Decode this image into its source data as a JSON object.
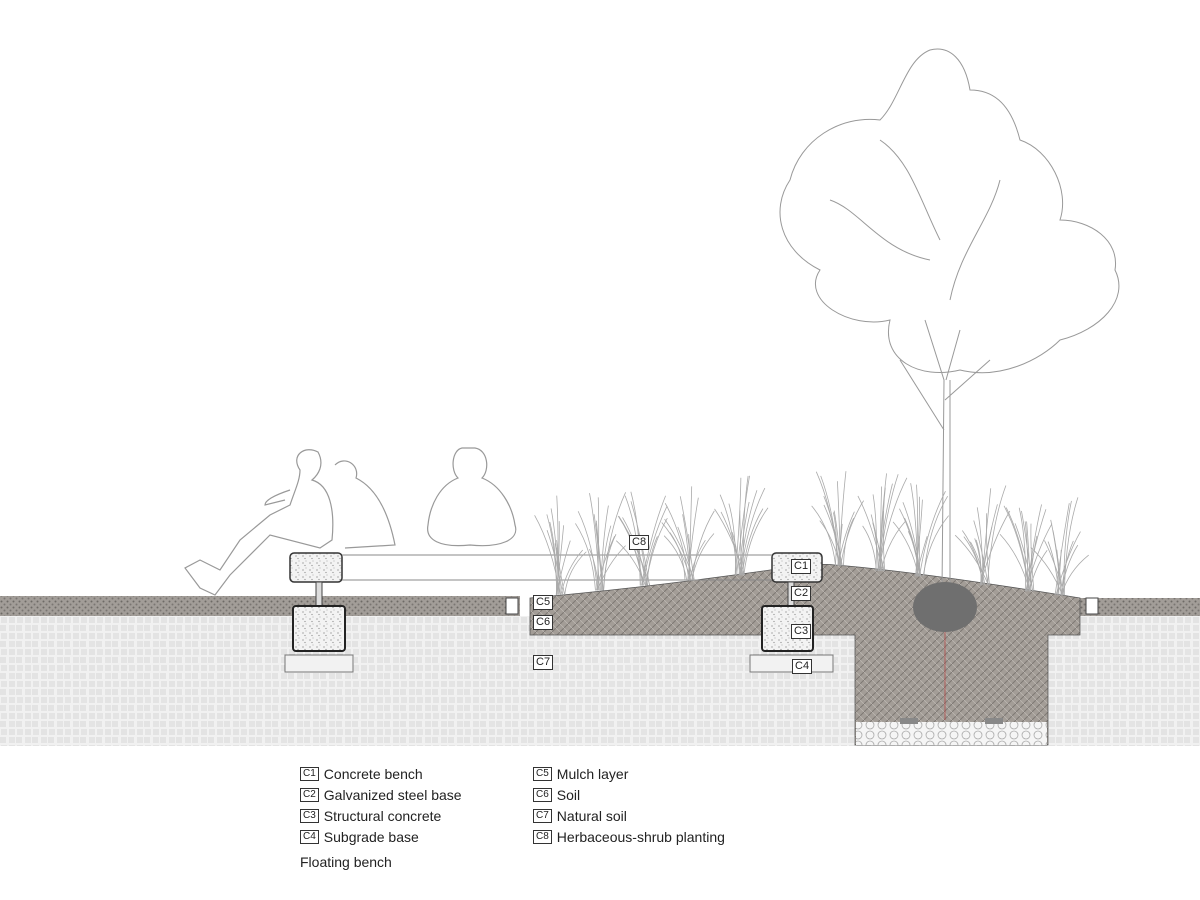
{
  "labels": {
    "c1": "C1",
    "c2": "C2",
    "c3": "C3",
    "c4": "C4",
    "c5": "C5",
    "c6": "C6",
    "c7": "C7",
    "c8": "C8"
  },
  "legend": {
    "left": [
      {
        "code": "C1",
        "text": "Concrete bench"
      },
      {
        "code": "C2",
        "text": "Galvanized steel base"
      },
      {
        "code": "C3",
        "text": "Structural concrete"
      },
      {
        "code": "C4",
        "text": "Subgrade base"
      }
    ],
    "right": [
      {
        "code": "C5",
        "text": "Mulch layer"
      },
      {
        "code": "C6",
        "text": "Soil"
      },
      {
        "code": "C7",
        "text": "Natural soil"
      },
      {
        "code": "C8",
        "text": "Herbaceous-shrub planting"
      }
    ]
  },
  "caption": "Floating bench",
  "colors": {
    "paving": "#8f8a86",
    "soil": "#9a948e",
    "natural_soil": "#e4e4e4",
    "root_ball": "#6f6f6f",
    "line": "#333333"
  }
}
